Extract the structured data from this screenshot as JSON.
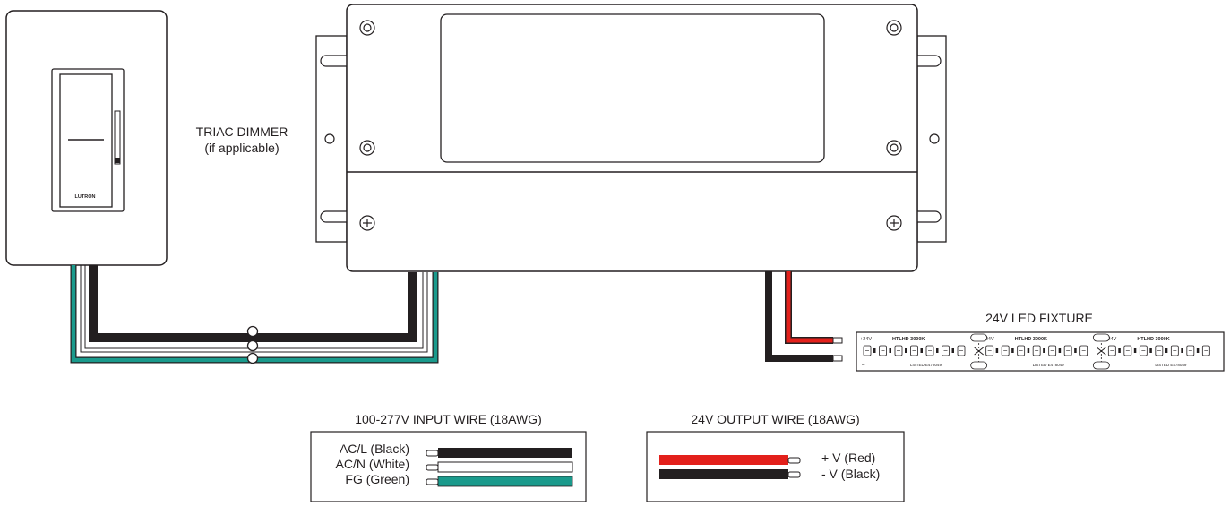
{
  "dimmer": {
    "label_line1": "TRIAC DIMMER",
    "label_line2": "(if applicable)",
    "brand": "LUTRON"
  },
  "led_fixture": {
    "title": "24V LED FIXTURE",
    "plus_marking": "+24V",
    "minus_marking": "–",
    "product_marking": "HTLHD 3000K",
    "listing_marking": "LISTED E478049"
  },
  "input_legend": {
    "title": "100-277V INPUT WIRE (18AWG)",
    "wires": [
      {
        "label": "AC/L (Black)",
        "color": "#231f20"
      },
      {
        "label": "AC/N (White)",
        "color": "#ffffff"
      },
      {
        "label": "FG (Green)",
        "color": "#1a9a8c"
      }
    ]
  },
  "output_legend": {
    "title": "24V OUTPUT WIRE (18AWG)",
    "wires": [
      {
        "label": "+ V (Red)",
        "color": "#e3201b"
      },
      {
        "label": "- V (Black)",
        "color": "#231f20"
      }
    ]
  },
  "colors": {
    "outline": "#231f20",
    "black_wire": "#231f20",
    "green_wire": "#1a9a8c",
    "red_wire": "#e3201b"
  }
}
